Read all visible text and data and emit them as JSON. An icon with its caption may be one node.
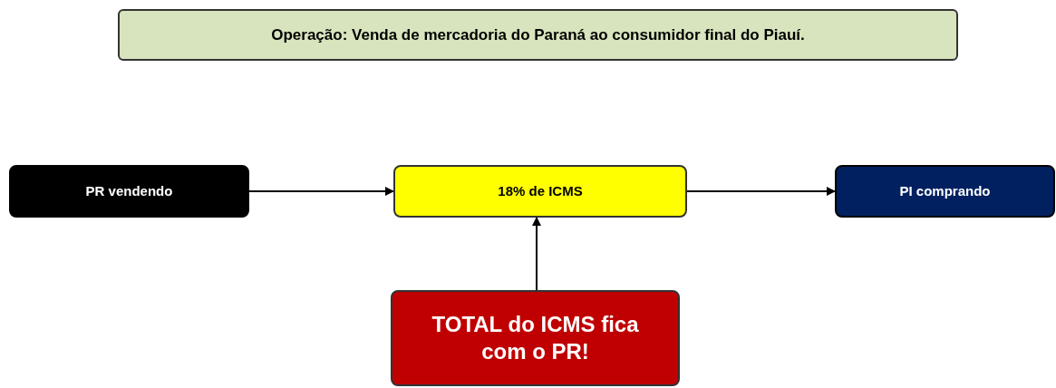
{
  "diagram": {
    "title": "Operação: Venda de mercadoria do Paraná ao consumidor final do Piauí.",
    "nodes": [
      {
        "text": [
          "PR vendendo"
        ]
      },
      {
        "text": [
          "18% de ICMS"
        ]
      },
      {
        "text": [
          "PI comprando"
        ]
      },
      {
        "text": [
          "TOTAL do ICMS fica com o PR!"
        ]
      }
    ],
    "edges": [
      {
        "from": 0,
        "to": 1,
        "arrow": "to"
      },
      {
        "from": 1,
        "to": 2,
        "arrow": "to"
      },
      {
        "from": 3,
        "to": 1,
        "arrow": "to"
      }
    ]
  }
}
